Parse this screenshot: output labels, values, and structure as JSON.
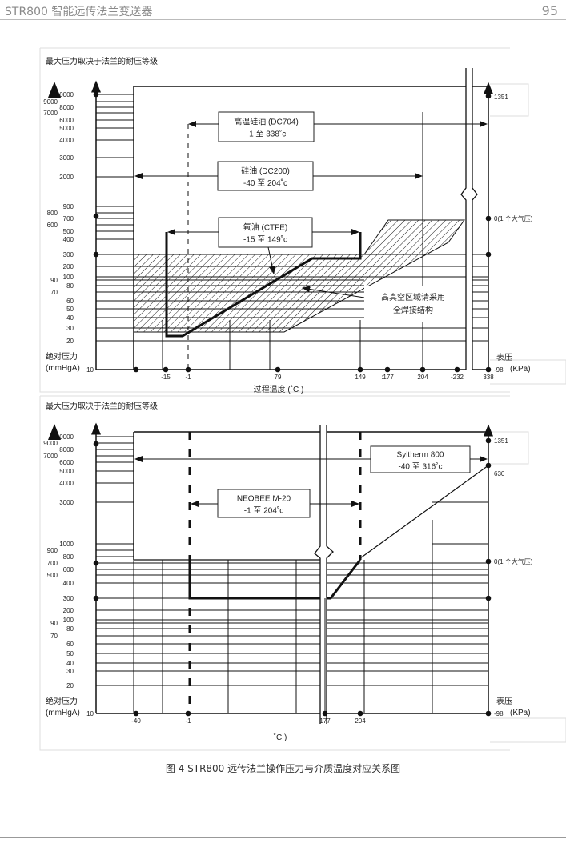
{
  "header": {
    "title": "STR800 智能远传法兰变送器",
    "page_number": "95"
  },
  "figure_caption": "图 4  STR800 远传法兰操作压力与介质温度对应关系图",
  "charts": [
    {
      "title": "最大压力取决于法兰的耐压等级",
      "y_left_label_line1": "绝对压力",
      "y_left_label_line2": "(mmHgA)",
      "y_right_label_line1": "表压",
      "y_right_label_line2": "(KPa)",
      "x_label": "过程温度 (˚C )",
      "y_ticks": [
        "10000",
        "9000",
        "8000",
        "7000",
        "6000",
        "5000",
        "4000",
        "3000",
        "2000",
        "900",
        "800",
        "700",
        "600",
        "500",
        "400",
        "300",
        "200",
        "100",
        "90",
        "80",
        "70",
        "60",
        "50",
        "40",
        "30",
        "20",
        "10"
      ],
      "x_ticks": [
        "-15",
        "-1",
        "79",
        "149",
        ":177",
        "204",
        "-232",
        "338"
      ],
      "right_ticks": [
        "1351",
        "0(1 个大气压)",
        "-98"
      ],
      "fluids": [
        {
          "name": "高温硅油 (DC704)",
          "range": "-1 至 338˚c"
        },
        {
          "name": "硅油 (DC200)",
          "range": "-40 至 204˚c"
        },
        {
          "name": "氟油 (CTFE)",
          "range": "-15 至 149˚c"
        }
      ],
      "note_line1": "高真空区域请采用",
      "note_line2": "全焊接结构"
    },
    {
      "title": "最大压力取决于法兰的耐压等级",
      "y_left_label_line1": "绝对压力",
      "y_left_label_line2": "(mmHgA)",
      "y_right_label_line1": "表压",
      "y_right_label_line2": "(KPa)",
      "x_label": "˚C )",
      "y_ticks": [
        "10000",
        "9000",
        "8000",
        "7000",
        "6000",
        "5000",
        "4000",
        "3000",
        "1000",
        "900",
        "800",
        "700",
        "600",
        "500",
        "400",
        "300",
        "200",
        "100",
        "90",
        "80",
        "70",
        "60",
        "50",
        "40",
        "30",
        "20",
        "10"
      ],
      "x_ticks": [
        "-40",
        "-1",
        "177",
        "204"
      ],
      "right_ticks": [
        "1351",
        "630",
        "0(1 个大气压)",
        "-98"
      ],
      "fluids": [
        {
          "name": "Syltherm 800",
          "range": "-40 至 316˚c"
        },
        {
          "name": "NEOBEE M-20",
          "range": "-1 至 204˚c"
        }
      ]
    }
  ]
}
